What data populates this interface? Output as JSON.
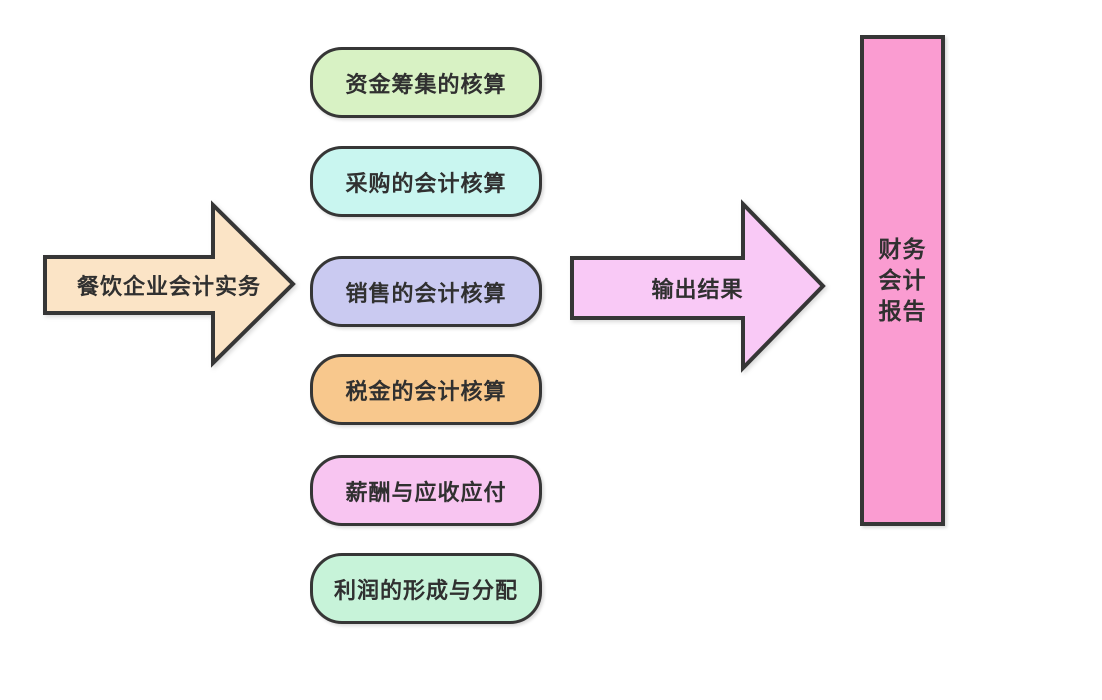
{
  "diagram": {
    "background": "#ffffff",
    "stroke_color": "#363636",
    "text_color": "#303030",
    "input_arrow": {
      "label": "餐饮企业会计实务",
      "fill": "#fbe4c6"
    },
    "process_items": [
      {
        "label": "资金筹集的核算",
        "fill": "#d8f2c4"
      },
      {
        "label": "采购的会计核算",
        "fill": "#c9f6f0"
      },
      {
        "label": "销售的会计核算",
        "fill": "#cacaf1"
      },
      {
        "label": "税金的会计核算",
        "fill": "#f8c88d"
      },
      {
        "label": "薪酬与应收应付",
        "fill": "#f8c5f1"
      },
      {
        "label": "利润的形成与分配",
        "fill": "#c7f3d9"
      }
    ],
    "output_arrow": {
      "label": "输出结果",
      "fill": "#f9c9f6"
    },
    "report_box": {
      "fill": "#fa9cd1",
      "lines": [
        "财务",
        "会计",
        "报告"
      ]
    }
  }
}
